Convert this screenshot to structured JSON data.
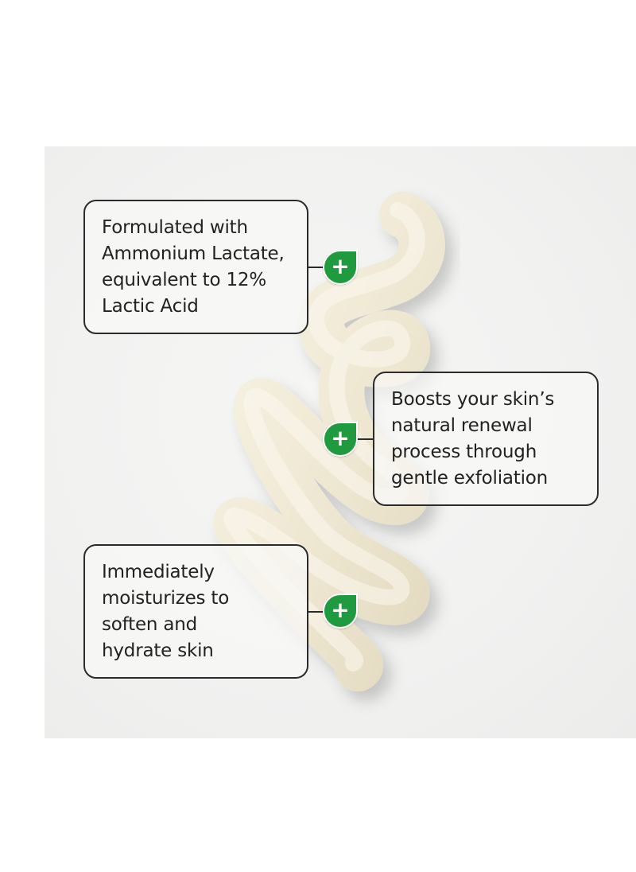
{
  "callouts": [
    {
      "lines": [
        "Formulated with",
        "Ammonium Lactate,",
        "equivalent to 12%",
        "Lactic Acid"
      ]
    },
    {
      "lines": [
        "Boosts your skin’s",
        "natural renewal",
        "process through",
        "gentle exfoliation"
      ]
    },
    {
      "lines": [
        "Immediately",
        "moisturizes to",
        "soften and",
        "hydrate skin"
      ]
    }
  ],
  "badge_symbol": "+",
  "colors": {
    "badge_green": "#1f9a3f",
    "outline": "#2b2b2b",
    "lotion": "#efe9d6",
    "background": "#f1f1f0"
  },
  "icons": [
    "plus-badge-icon",
    "lotion-swirl-image"
  ]
}
